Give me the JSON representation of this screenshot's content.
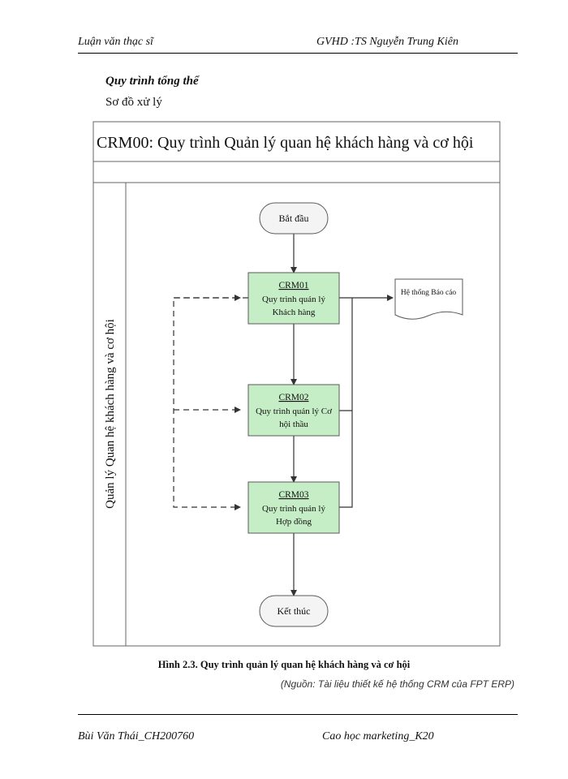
{
  "header": {
    "left": "Luận văn thạc sĩ",
    "right": "GVHD :TS Nguyễn Trung Kiên"
  },
  "section": {
    "title": "Quy trình tổng thể",
    "subtitle": "Sơ đồ xử lý"
  },
  "diagram": {
    "pool_title": "CRM00: Quy trình Quản lý quan hệ khách hàng và cơ hội",
    "lane_label": "Quản lý Quan hệ khách hàng và cơ hội",
    "start": "Bắt đầu",
    "end": "Kết thúc",
    "report": "Hệ thống Báo cáo",
    "processes": [
      {
        "code": "CRM01",
        "lines": [
          "Quy trình quản lý",
          "Khách hàng"
        ]
      },
      {
        "code": "CRM02",
        "lines": [
          "Quy trình quản lý Cơ",
          "hội thầu"
        ]
      },
      {
        "code": "CRM03",
        "lines": [
          "Quy trình quản lý",
          "Hợp đồng"
        ]
      }
    ],
    "colors": {
      "process_fill": "#c6eec6",
      "process_stroke": "#5a5a5a",
      "terminator_fill": "#f4f4f4",
      "line": "#333333"
    }
  },
  "caption": "Hình 2.3. Quy trình quản lý quan hệ khách hàng và cơ hội",
  "source": "(Nguồn: Tài liệu thiết kế hệ thống CRM của FPT ERP)",
  "footer": {
    "left": "Bùi Văn Thái_CH200760",
    "right": "Cao học marketing_K20"
  }
}
